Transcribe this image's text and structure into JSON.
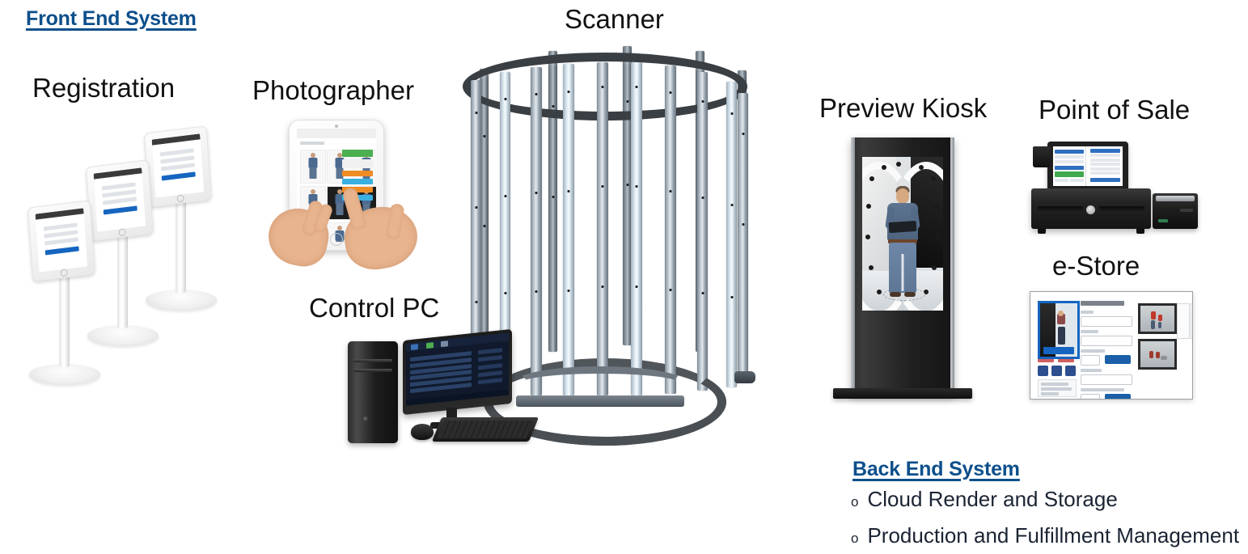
{
  "diagram": {
    "title_front": "Front End System",
    "title_back": "Back End System",
    "backend_items": [
      {
        "marker": "o",
        "text": "Cloud Render and Storage"
      },
      {
        "marker": "o",
        "text": "Production and Fulfillment Management"
      }
    ],
    "colors": {
      "header_blue": "#0d4f8b",
      "body_text": "#1b2433",
      "label_black": "#111111",
      "metal": "#aeb9c2",
      "ring_dark": "#3a3f44",
      "accent_blue": "#1565c0",
      "accent_green": "#4caf50",
      "accent_orange": "#ef8c24",
      "device_black": "#1f1f1f"
    },
    "stations": [
      {
        "id": "registration",
        "label": "Registration",
        "group": "front"
      },
      {
        "id": "photographer",
        "label": "Photographer",
        "group": "front"
      },
      {
        "id": "scanner",
        "label": "Scanner",
        "group": "front"
      },
      {
        "id": "control-pc",
        "label": "Control PC",
        "group": "front"
      },
      {
        "id": "preview-kiosk",
        "label": "Preview Kiosk",
        "group": "front"
      },
      {
        "id": "point-of-sale",
        "label": "Point of Sale",
        "group": "front"
      },
      {
        "id": "e-store",
        "label": "e-Store",
        "group": "front"
      }
    ]
  }
}
